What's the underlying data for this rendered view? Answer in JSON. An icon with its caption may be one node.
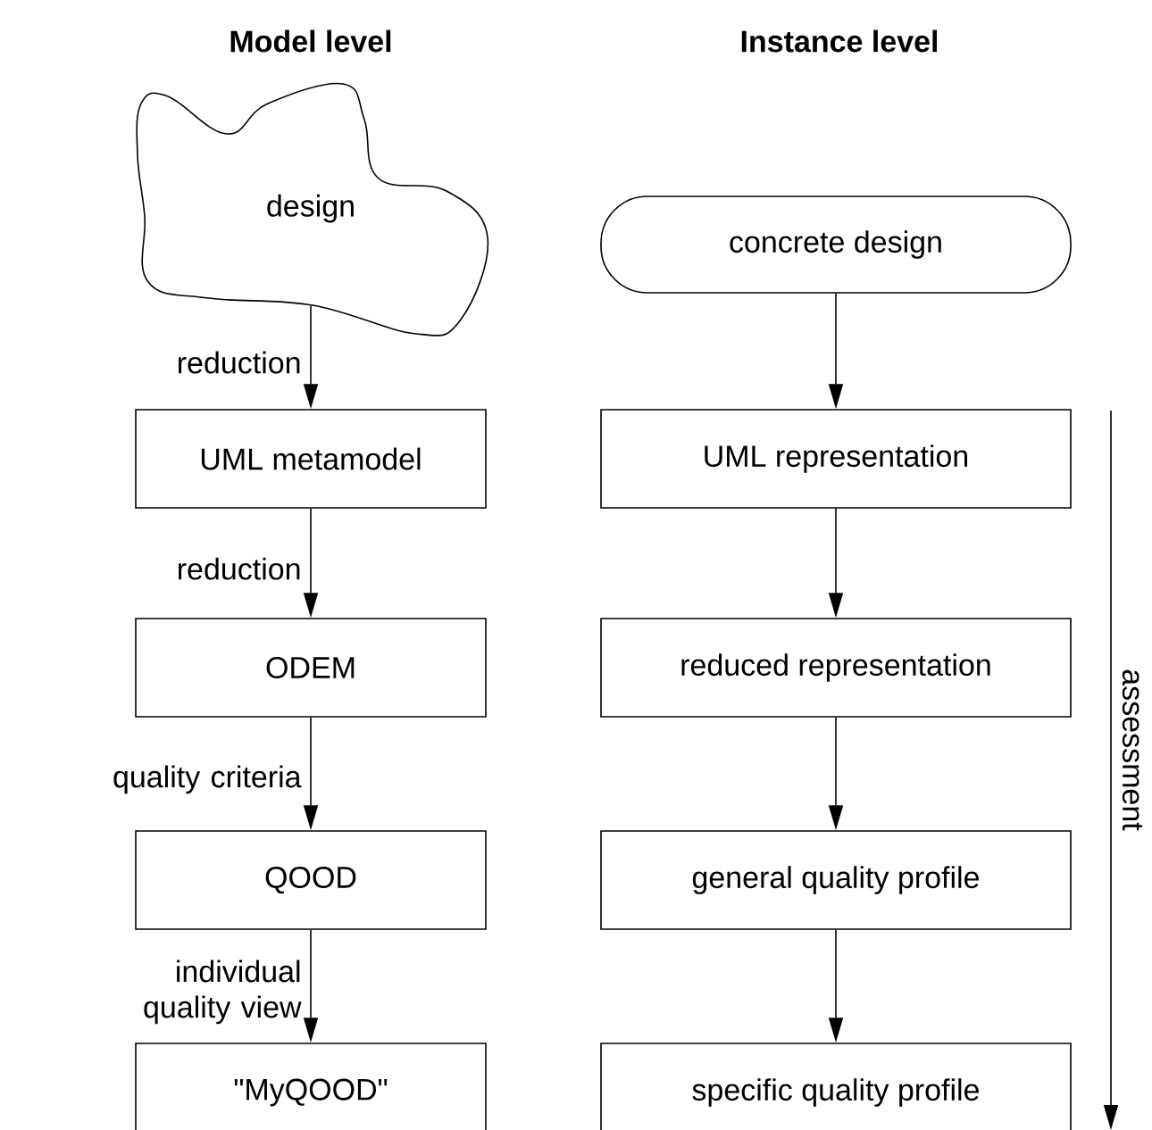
{
  "diagram": {
    "nodes": [
      {
        "text": [
          "design"
        ]
      },
      {
        "text": [
          "UML metamodel"
        ]
      },
      {
        "text": [
          "ODEM"
        ]
      },
      {
        "text": [
          "QOOD"
        ]
      },
      {
        "text": [
          "\"MyQOOD\""
        ]
      },
      {
        "text": [
          "concrete design"
        ]
      },
      {
        "text": [
          "UML representation"
        ]
      },
      {
        "text": [
          "reduced representation"
        ]
      },
      {
        "text": [
          "general quality profile"
        ]
      },
      {
        "text": [
          "specific quality profile"
        ]
      }
    ],
    "edges": [
      {
        "from": 0,
        "to": 1,
        "arrow": "to",
        "label": "reduction"
      },
      {
        "from": 1,
        "to": 2,
        "arrow": "to",
        "label": "reduction"
      },
      {
        "from": 2,
        "to": 3,
        "arrow": "to",
        "label": "quality criteria"
      },
      {
        "from": 3,
        "to": 4,
        "arrow": "to",
        "label": "individual quality view"
      },
      {
        "from": 5,
        "to": 6,
        "arrow": "to"
      },
      {
        "from": 6,
        "to": 7,
        "arrow": "to"
      },
      {
        "from": 7,
        "to": 8,
        "arrow": "to"
      },
      {
        "from": 8,
        "to": 9,
        "arrow": "to"
      }
    ],
    "labels": [
      "Model level",
      "Instance level",
      "assessment"
    ]
  }
}
